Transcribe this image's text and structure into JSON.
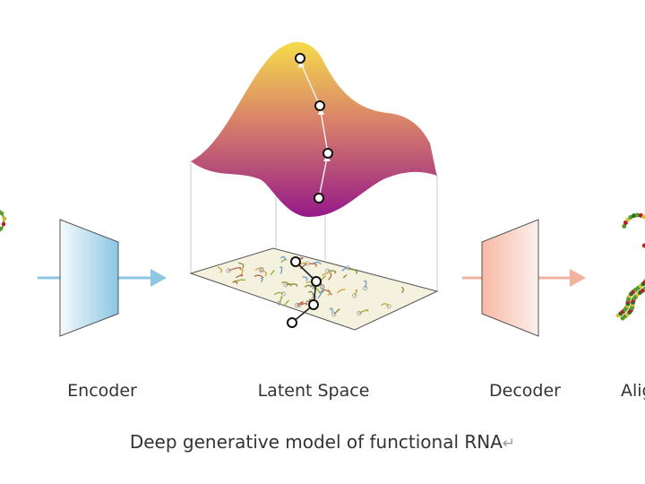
{
  "labels": {
    "encoder": "Encoder",
    "latent_space": "Latent Space",
    "decoder": "Decoder",
    "aligned_cut": "Alig"
  },
  "caption": {
    "text": "Deep generative model of functional RNA",
    "return_mark": "↵"
  },
  "colors": {
    "encoder_arrow": "#8ec7e3",
    "decoder_arrow": "#f2b2a0",
    "surface_top": "#f2d84e",
    "surface_bottom": "#9a1a86",
    "plane_fill": "#f4f1df",
    "rna_green": "#5a9a2a",
    "rna_red": "#b51f2a"
  }
}
